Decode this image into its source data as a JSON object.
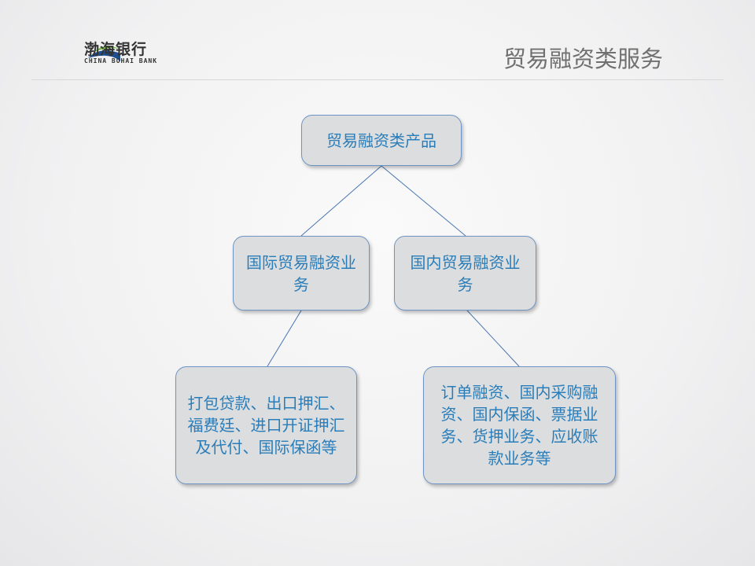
{
  "header": {
    "logo_cn": "渤海银行",
    "logo_en": "CHINA BOHAI BANK",
    "title": "贸易融资类服务"
  },
  "diagram": {
    "root": "贸易融资类产品",
    "left": "国际贸易融资业务",
    "right": "国内贸易融资业务",
    "left_child": "打包贷款、出口押汇、福费廷、进口开证押汇及代付、国际保函等",
    "right_child": "订单融资、国内采购融资、国内保函、票据业务、货押业务、应收账款业务等"
  },
  "colors": {
    "text": "#2a7db8",
    "box_fill": "#dcdddf",
    "box_border": "#6e93c4",
    "line": "#4a76b0"
  }
}
